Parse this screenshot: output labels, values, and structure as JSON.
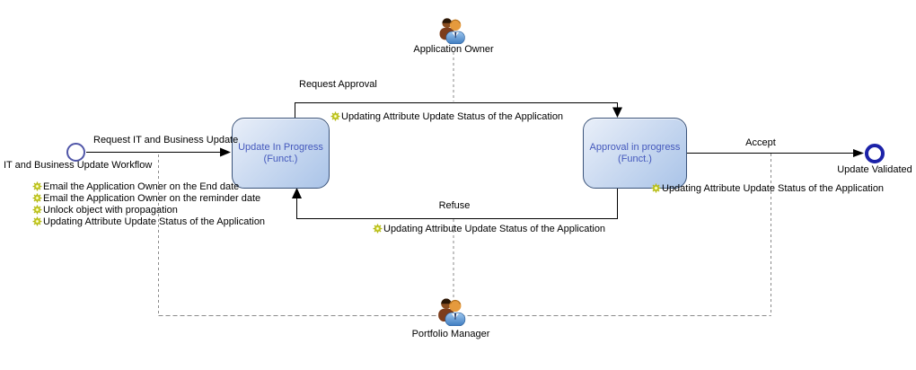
{
  "diagram": {
    "start_event": {
      "label": "IT and Business Update Workflow"
    },
    "end_event": {
      "label": "Update Validated"
    },
    "states": [
      {
        "line1": "Update In Progress",
        "line2": "(Funct.)"
      },
      {
        "line1": "Approval in progress",
        "line2": "(Funct.)"
      }
    ],
    "transitions": {
      "request_update": "Request IT and Business Update",
      "request_approval": "Request Approval",
      "refuse": "Refuse",
      "accept": "Accept"
    },
    "actors": [
      {
        "label": "Application Owner"
      },
      {
        "label": "Portfolio Manager"
      }
    ],
    "start_actions": [
      "Email the Application Owner on the End date",
      "Email the Application Owner on the reminder date",
      "Unlock object with propagation",
      "Updating Attribute Update Status of the Application"
    ],
    "transition_actions": {
      "request_approval": "Updating Attribute Update Status of the Application",
      "refuse": "Updating Attribute Update Status of the Application",
      "accept": "Updating Attribute Update Status of the Application"
    },
    "colors": {
      "state_fill_top": "#e9eff9",
      "state_fill_bottom": "#aac4e8",
      "state_border": "#3a537a",
      "state_text": "#4458bc",
      "start_event_ring": "#5056a8",
      "end_event_ring": "#1c22a8",
      "connector": "#000000",
      "dashed_line": "#8a8a8a",
      "gear": "#d4d91c"
    }
  }
}
